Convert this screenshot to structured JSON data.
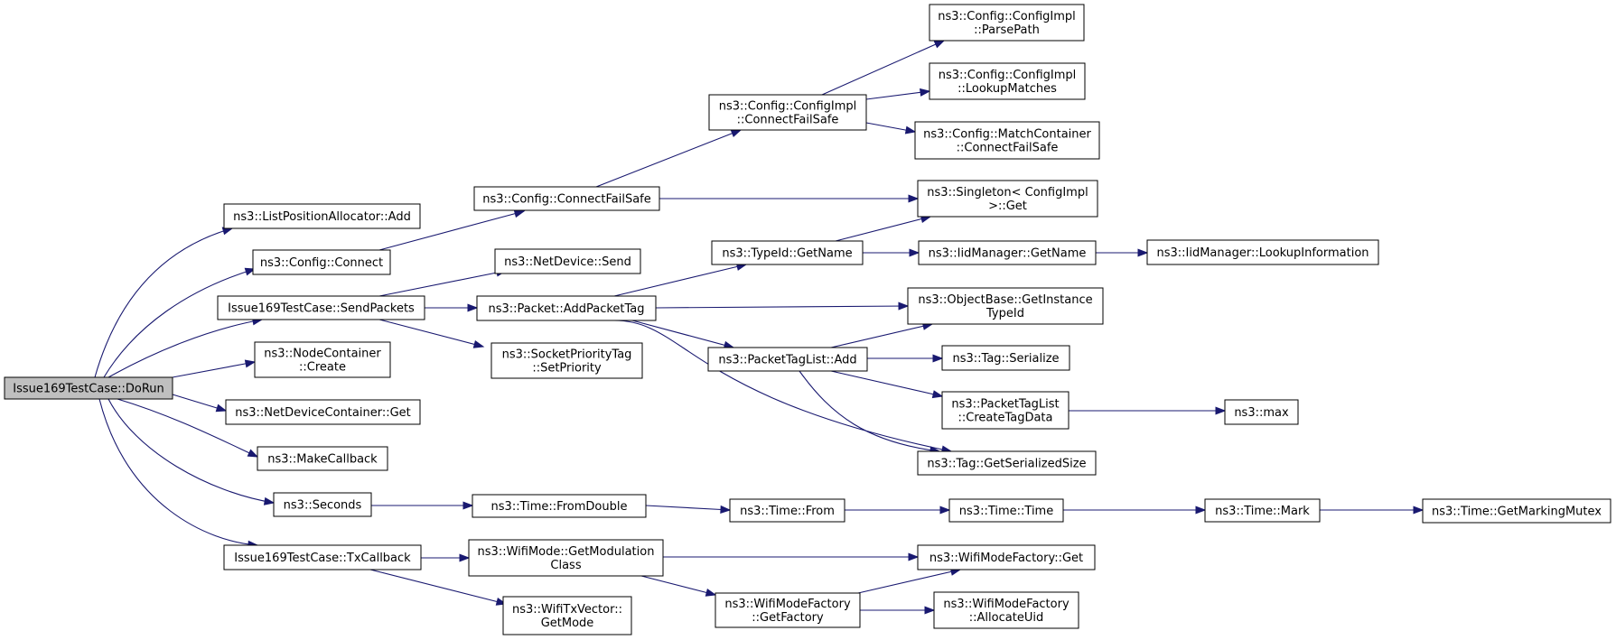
{
  "graph": {
    "nodes": [
      {
        "id": "n0",
        "lines": [
          "Issue169TestCase::DoRun"
        ],
        "root": true
      },
      {
        "id": "n1",
        "lines": [
          "ns3::ListPositionAllocator::Add"
        ]
      },
      {
        "id": "n2",
        "lines": [
          "ns3::Config::Connect"
        ]
      },
      {
        "id": "n3",
        "lines": [
          "Issue169TestCase::SendPackets"
        ]
      },
      {
        "id": "n4",
        "lines": [
          "ns3::NodeContainer",
          "::Create"
        ]
      },
      {
        "id": "n5",
        "lines": [
          "ns3::NetDeviceContainer::Get"
        ]
      },
      {
        "id": "n6",
        "lines": [
          "ns3::MakeCallback"
        ]
      },
      {
        "id": "n7",
        "lines": [
          "ns3::Seconds"
        ]
      },
      {
        "id": "n8",
        "lines": [
          "Issue169TestCase::TxCallback"
        ]
      },
      {
        "id": "n9",
        "lines": [
          "ns3::Config::ConnectFailSafe"
        ]
      },
      {
        "id": "n10",
        "lines": [
          "ns3::NetDevice::Send"
        ]
      },
      {
        "id": "n11",
        "lines": [
          "ns3::Packet::AddPacketTag"
        ]
      },
      {
        "id": "n12",
        "lines": [
          "ns3::SocketPriorityTag",
          "::SetPriority"
        ]
      },
      {
        "id": "n13",
        "lines": [
          "ns3::Time::FromDouble"
        ]
      },
      {
        "id": "n14",
        "lines": [
          "ns3::WifiMode::GetModulation",
          "Class"
        ]
      },
      {
        "id": "n15",
        "lines": [
          "ns3::WifiTxVector::",
          "GetMode"
        ]
      },
      {
        "id": "n16",
        "lines": [
          "ns3::Config::ConfigImpl",
          "::ConnectFailSafe"
        ]
      },
      {
        "id": "n17",
        "lines": [
          "ns3::TypeId::GetName"
        ]
      },
      {
        "id": "n18",
        "lines": [
          "ns3::PacketTagList::Add"
        ]
      },
      {
        "id": "n19",
        "lines": [
          "ns3::Time::From"
        ]
      },
      {
        "id": "n20",
        "lines": [
          "ns3::WifiModeFactory",
          "::GetFactory"
        ]
      },
      {
        "id": "n21",
        "lines": [
          "ns3::Config::ConfigImpl",
          "::ParsePath"
        ]
      },
      {
        "id": "n22",
        "lines": [
          "ns3::Config::ConfigImpl",
          "::LookupMatches"
        ]
      },
      {
        "id": "n23",
        "lines": [
          "ns3::Config::MatchContainer",
          "::ConnectFailSafe"
        ]
      },
      {
        "id": "n24",
        "lines": [
          "ns3::Singleton< ConfigImpl",
          " >::Get"
        ]
      },
      {
        "id": "n25",
        "lines": [
          "ns3::IidManager::GetName"
        ]
      },
      {
        "id": "n26",
        "lines": [
          "ns3::ObjectBase::GetInstance",
          "TypeId"
        ]
      },
      {
        "id": "n27",
        "lines": [
          "ns3::Tag::Serialize"
        ]
      },
      {
        "id": "n28",
        "lines": [
          "ns3::PacketTagList",
          "::CreateTagData"
        ]
      },
      {
        "id": "n29",
        "lines": [
          "ns3::Tag::GetSerializedSize"
        ]
      },
      {
        "id": "n30",
        "lines": [
          "ns3::Time::Time"
        ]
      },
      {
        "id": "n31",
        "lines": [
          "ns3::WifiModeFactory::Get"
        ]
      },
      {
        "id": "n32",
        "lines": [
          "ns3::WifiModeFactory",
          "::AllocateUid"
        ]
      },
      {
        "id": "n33",
        "lines": [
          "ns3::IidManager::LookupInformation"
        ]
      },
      {
        "id": "n34",
        "lines": [
          "ns3::max"
        ]
      },
      {
        "id": "n35",
        "lines": [
          "ns3::Time::Mark"
        ]
      },
      {
        "id": "n36",
        "lines": [
          "ns3::Time::GetMarkingMutex"
        ]
      }
    ],
    "edges": [
      [
        "n0",
        "n1"
      ],
      [
        "n0",
        "n2"
      ],
      [
        "n0",
        "n3"
      ],
      [
        "n0",
        "n4"
      ],
      [
        "n0",
        "n5"
      ],
      [
        "n0",
        "n6"
      ],
      [
        "n0",
        "n7"
      ],
      [
        "n0",
        "n8"
      ],
      [
        "n2",
        "n9"
      ],
      [
        "n3",
        "n10"
      ],
      [
        "n3",
        "n11"
      ],
      [
        "n3",
        "n12"
      ],
      [
        "n7",
        "n13"
      ],
      [
        "n8",
        "n14"
      ],
      [
        "n8",
        "n15"
      ],
      [
        "n9",
        "n16"
      ],
      [
        "n9",
        "n24"
      ],
      [
        "n11",
        "n17"
      ],
      [
        "n11",
        "n26"
      ],
      [
        "n11",
        "n18"
      ],
      [
        "n11",
        "n29"
      ],
      [
        "n13",
        "n19"
      ],
      [
        "n14",
        "n31"
      ],
      [
        "n14",
        "n20"
      ],
      [
        "n16",
        "n21"
      ],
      [
        "n16",
        "n22"
      ],
      [
        "n16",
        "n23"
      ],
      [
        "n17",
        "n24"
      ],
      [
        "n17",
        "n25"
      ],
      [
        "n18",
        "n26"
      ],
      [
        "n18",
        "n27"
      ],
      [
        "n18",
        "n28"
      ],
      [
        "n18",
        "n29"
      ],
      [
        "n19",
        "n30"
      ],
      [
        "n20",
        "n31"
      ],
      [
        "n20",
        "n32"
      ],
      [
        "n25",
        "n33"
      ],
      [
        "n28",
        "n34"
      ],
      [
        "n30",
        "n35"
      ],
      [
        "n35",
        "n36"
      ]
    ]
  }
}
